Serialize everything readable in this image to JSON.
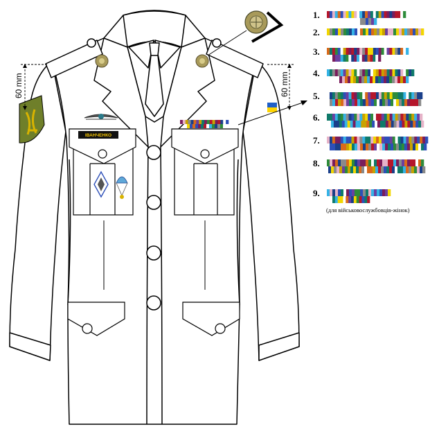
{
  "figure": {
    "name_tag": "ІВАНЧЕНКО",
    "dimension_left": "60 mm",
    "dimension_right": "60 mm",
    "rows": [
      {
        "label": "1.",
        "seed": 3
      },
      {
        "label": "2.",
        "seed": 7
      },
      {
        "label": "3.",
        "seed": 11
      },
      {
        "label": "4.",
        "seed": 5
      },
      {
        "label": "5.",
        "seed": 13
      },
      {
        "label": "6.",
        "seed": 17
      },
      {
        "label": "7.",
        "seed": 19
      },
      {
        "label": "8.",
        "seed": 23
      },
      {
        "label": "9.",
        "seed": 29
      }
    ],
    "row9_note": "(для військовослужбовців-жінок)",
    "colors": {
      "outline": "#000000",
      "jacket": "#ffffff",
      "patch_green": "#6f7f2a",
      "patch_yellow": "#d8b300",
      "flag_blue": "#1f5fc8",
      "flag_yellow": "#ffd500",
      "badge_gold": "#a89a5a",
      "nametag_bg": "#111111",
      "nametag_text": "#f2c200",
      "ribbon_palette": [
        "#6b3fa0",
        "#2e8b3a",
        "#c8a200",
        "#2d4fb8",
        "#b5162b",
        "#35b3e6",
        "#f2d600",
        "#8a8a8a",
        "#1a3f8a",
        "#d96a1a",
        "#ffffff",
        "#7a1c5c",
        "#0f7a6a",
        "#e6b3c8"
      ]
    }
  }
}
